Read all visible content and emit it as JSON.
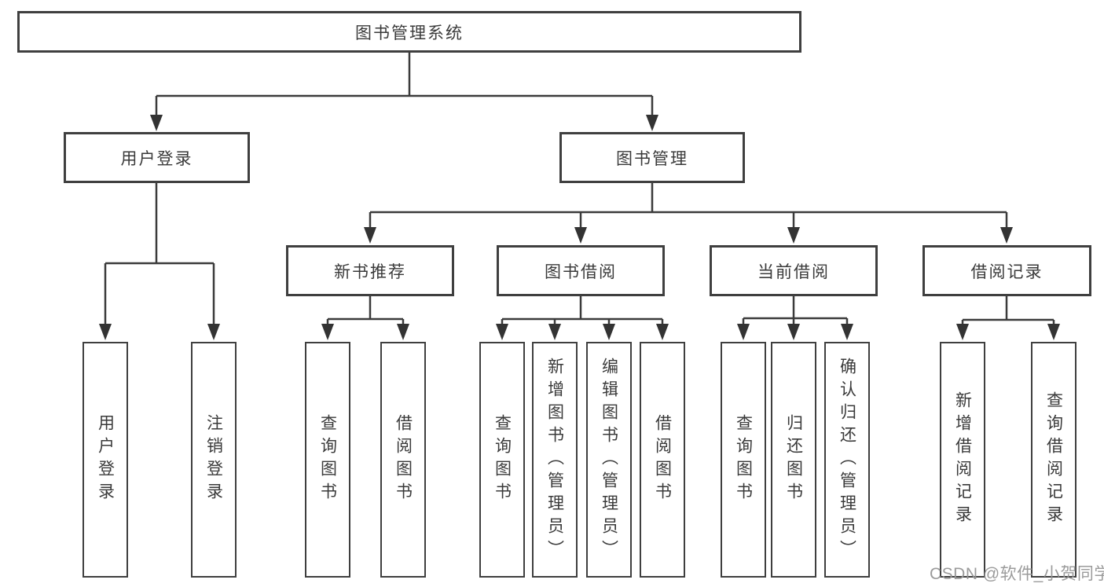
{
  "diagram": {
    "root": {
      "label": "图书管理系统"
    },
    "branches": [
      {
        "label": "用户登录",
        "children": [
          {
            "label": "用户登录"
          },
          {
            "label": "注销登录"
          }
        ]
      },
      {
        "label": "图书管理",
        "children": [
          {
            "label": "新书推荐",
            "children": [
              {
                "label": "查询图书"
              },
              {
                "label": "借阅图书"
              }
            ]
          },
          {
            "label": "图书借阅",
            "children": [
              {
                "label": "查询图书"
              },
              {
                "label": "新增图书（管理员）"
              },
              {
                "label": "编辑图书（管理员）"
              },
              {
                "label": "借阅图书"
              }
            ]
          },
          {
            "label": "当前借阅",
            "children": [
              {
                "label": "查询图书"
              },
              {
                "label": "归还图书"
              },
              {
                "label": "确认归还（管理员）"
              }
            ]
          },
          {
            "label": "借阅记录",
            "children": [
              {
                "label": "新增借阅记录"
              },
              {
                "label": "查询借阅记录"
              }
            ]
          }
        ]
      }
    ],
    "watermark": "CSDN @软件_小贺同学",
    "colors": {
      "line": "#3b3b3b",
      "box_border": "#3f3f3f",
      "text": "#3a3a3a",
      "watermark": "#969696",
      "background": "#ffffff"
    }
  }
}
